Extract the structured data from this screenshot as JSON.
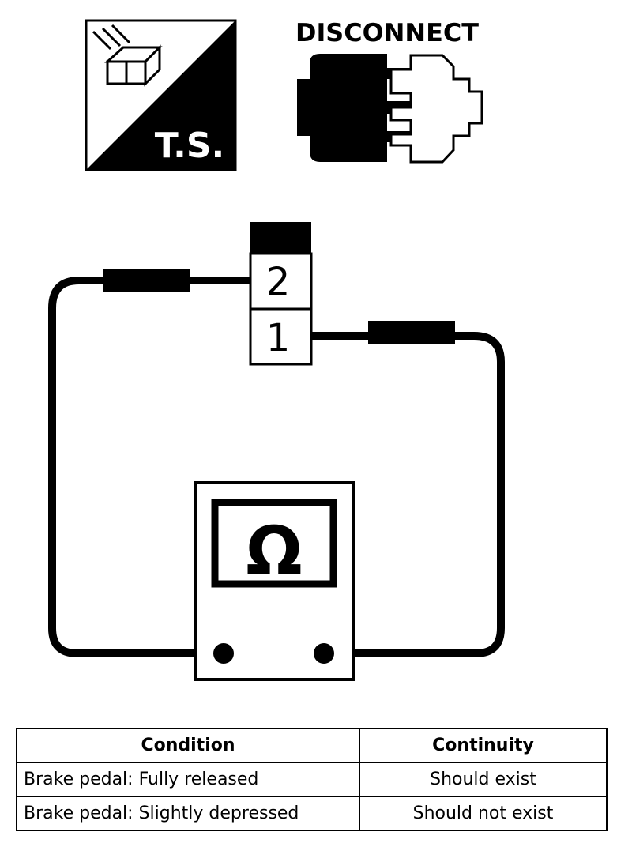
{
  "icons": {
    "ts_label": "T.S.",
    "disconnect_label": "DISCONNECT"
  },
  "connector": {
    "terminals": [
      "2",
      "1"
    ]
  },
  "meter": {
    "symbol": "Ω"
  },
  "table": {
    "headers": [
      "Condition",
      "Continuity"
    ],
    "rows": [
      [
        "Brake pedal: Fully released",
        "Should exist"
      ],
      [
        "Brake pedal: Slightly depressed",
        "Should not exist"
      ]
    ]
  },
  "colors": {
    "ink": "#000000",
    "paper": "#ffffff"
  }
}
